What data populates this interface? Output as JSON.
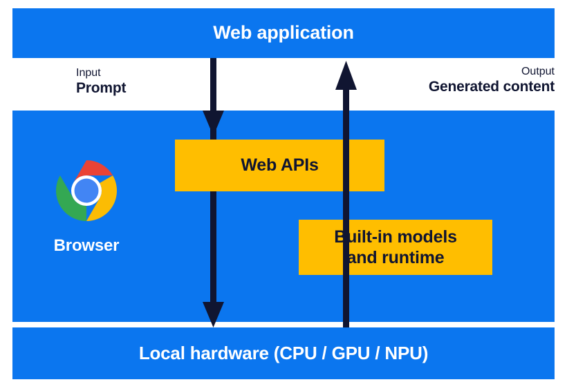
{
  "diagram": {
    "title": "Web application",
    "bottom_bar_title": "Local hardware (CPU / GPU / NPU)",
    "colors": {
      "panel_blue": "#0b76ef",
      "box_amber": "#ffbe00",
      "arrow_navy": "#101531",
      "text_light": "#ffffff",
      "text_dark": "#101531"
    }
  },
  "flows": {
    "input": {
      "kind": "Input",
      "value": "Prompt"
    },
    "output": {
      "kind": "Output",
      "value": "Generated content"
    }
  },
  "boxes": {
    "web_apis": {
      "label": "Web APIs"
    },
    "builtin_models": {
      "line1": "Built-in models",
      "line2": "and runtime"
    }
  },
  "browser": {
    "label": "Browser",
    "logo_icon": "chrome-logo-icon",
    "logo_colors": {
      "red": "#ea4335",
      "yellow": "#fbbc04",
      "green": "#34a853",
      "blue": "#4285f4",
      "ring": "#ffffff"
    }
  },
  "arrows": {
    "down": {
      "icon": "arrow-down-icon",
      "from": "Web application",
      "to": "Local hardware (CPU / GPU / NPU)"
    },
    "up": {
      "icon": "arrow-up-icon",
      "from": "Local hardware (CPU / GPU / NPU)",
      "to": "Web application"
    }
  }
}
